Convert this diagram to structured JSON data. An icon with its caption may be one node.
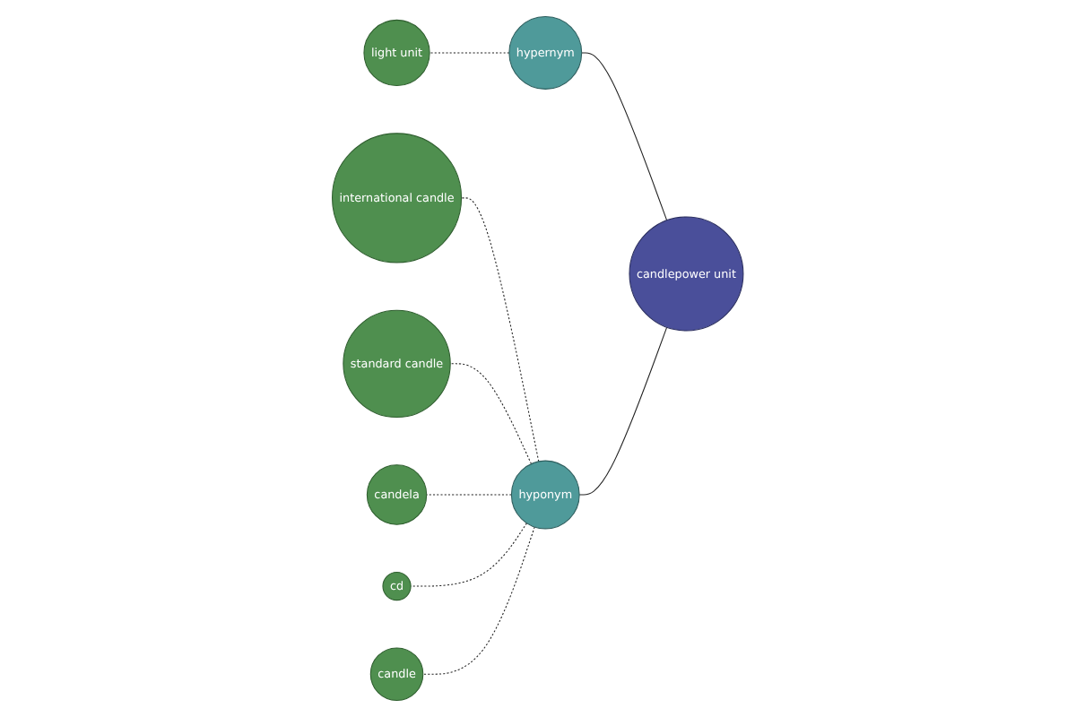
{
  "diagram": {
    "nodes": [
      {
        "text": [
          "international candle"
        ]
      },
      {
        "text": [
          "standard candle"
        ]
      },
      {
        "text": [
          "candela"
        ]
      },
      {
        "text": [
          "hyponym"
        ]
      },
      {
        "text": [
          "cd"
        ]
      },
      {
        "text": [
          "candle"
        ]
      },
      {
        "text": [
          "candlepower unit"
        ]
      },
      {
        "text": [
          "light unit"
        ]
      },
      {
        "text": [
          "hypernym"
        ]
      }
    ],
    "edges": [
      {
        "from": 6,
        "to": 8,
        "arrow": "none"
      },
      {
        "from": 8,
        "to": 7,
        "arrow": "none",
        "style": "dashed"
      },
      {
        "from": 6,
        "to": 3,
        "arrow": "none"
      },
      {
        "from": 3,
        "to": 0,
        "arrow": "none",
        "style": "dashed"
      },
      {
        "from": 3,
        "to": 1,
        "arrow": "none",
        "style": "dashed"
      },
      {
        "from": 3,
        "to": 2,
        "arrow": "none",
        "style": "dashed"
      },
      {
        "from": 3,
        "to": 4,
        "arrow": "none",
        "style": "dashed"
      },
      {
        "from": 3,
        "to": 5,
        "arrow": "none",
        "style": "dashed"
      }
    ]
  }
}
